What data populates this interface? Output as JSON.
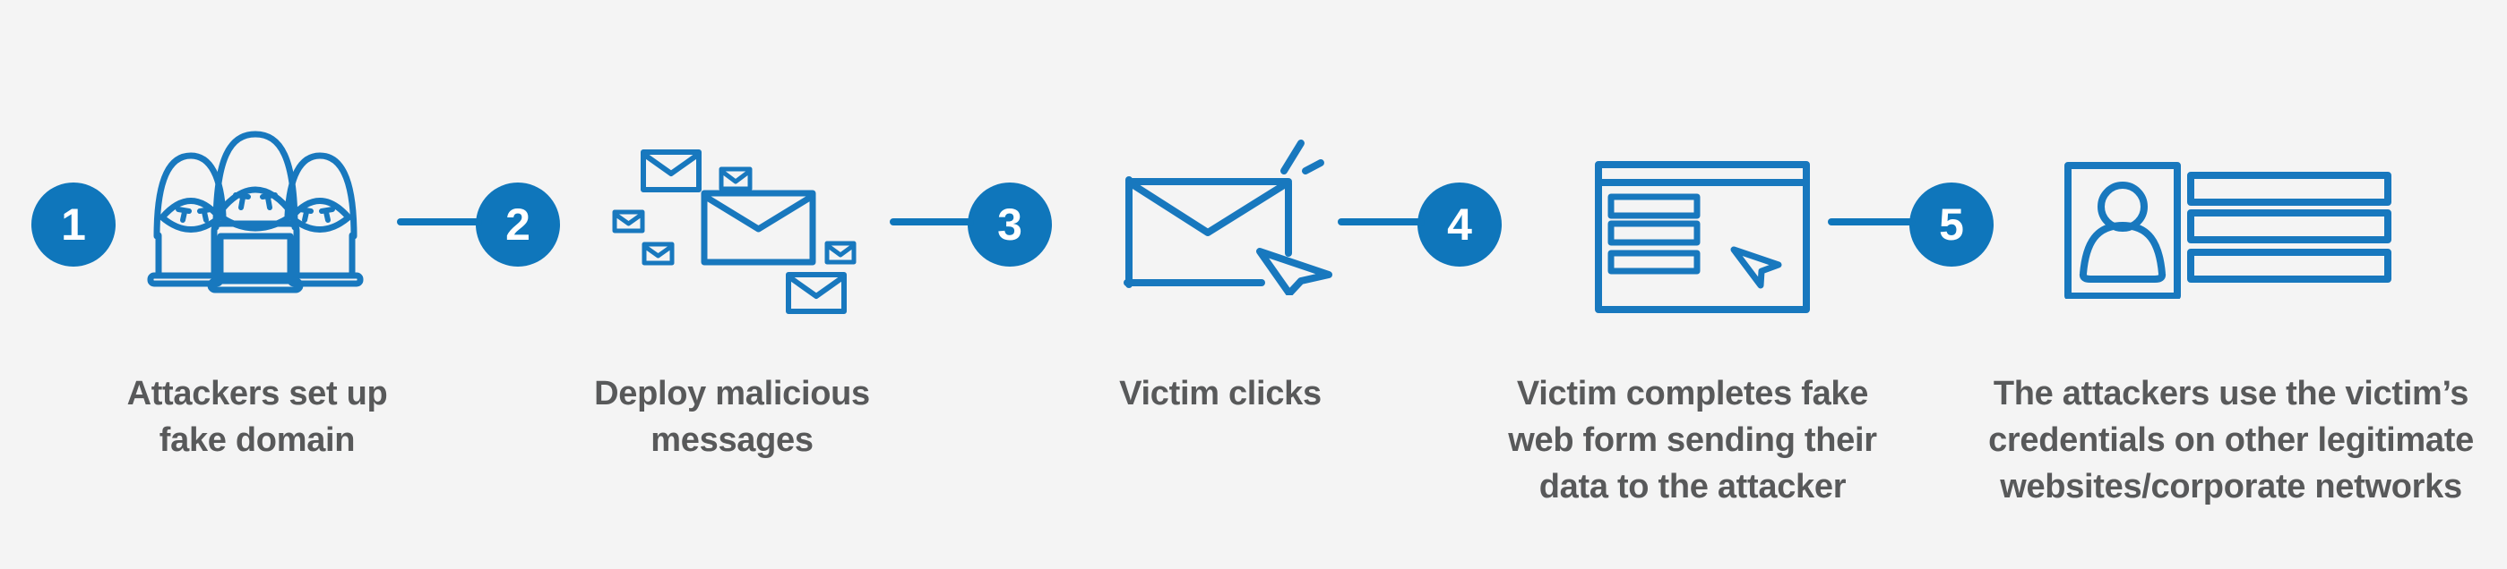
{
  "diagram_type": "process-flow",
  "colors": {
    "accent_blue": "#0F76BB",
    "stroke_blue": "#1878BE",
    "text_gray": "#58595A",
    "background": "#F4F4F4"
  },
  "steps": [
    {
      "number": "1",
      "icon": "attackers-at-laptops-icon",
      "label": "Attackers set up fake domain",
      "lines": [
        "Attackers set up",
        "fake domain"
      ]
    },
    {
      "number": "2",
      "icon": "envelopes-cluster-icon",
      "label": "Deploy malicious messages",
      "lines": [
        "Deploy malicious",
        "messages"
      ]
    },
    {
      "number": "3",
      "icon": "envelope-click-icon",
      "label": "Victim clicks",
      "lines": [
        "Victim clicks"
      ]
    },
    {
      "number": "4",
      "icon": "web-form-cursor-icon",
      "label": "Victim completes fake web form sending their data to the attacker",
      "lines": [
        "Victim completes fake",
        "web form sending their",
        "data to the attacker"
      ]
    },
    {
      "number": "5",
      "icon": "id-card-credentials-icon",
      "label": "The attackers use the victim’s credentials on other legitimate websites/corporate networks",
      "lines": [
        "The attackers use the victim’s",
        "credentials on other legitimate",
        "websites/corporate networks"
      ]
    }
  ]
}
